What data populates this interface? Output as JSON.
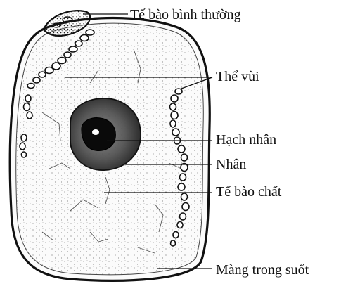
{
  "figure": {
    "labels": {
      "normal_cell": "Tế bào bình thường",
      "corona_cells": "Thể vùi",
      "nucleolus": "Hạch nhân",
      "nucleus": "Nhân",
      "cytoplasm": "Tế bào chất",
      "zona_pellucida": "Màng trong suốt"
    },
    "colors": {
      "background": "#ffffff",
      "ink": "#111111",
      "stipple": "#333333",
      "nucleus_fill": "#555555",
      "nucleolus_fill": "#0a0a0a"
    }
  }
}
